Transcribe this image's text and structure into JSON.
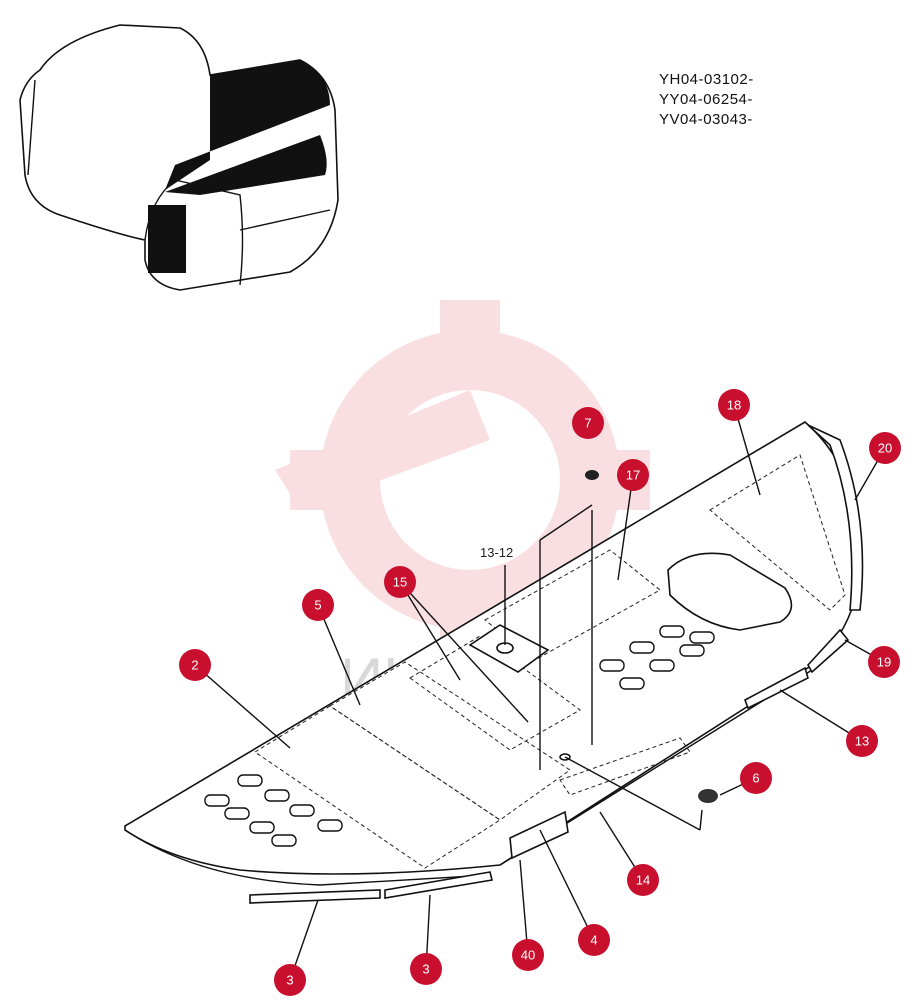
{
  "serial_numbers": [
    "YH04-03102-",
    "YY04-06254-",
    "YV04-03043-"
  ],
  "watermark_text": "ИНТЕХ",
  "plain_label": "13-12",
  "callouts": [
    {
      "label": "2"
    },
    {
      "label": "3"
    },
    {
      "label": "3"
    },
    {
      "label": "4"
    },
    {
      "label": "5"
    },
    {
      "label": "6"
    },
    {
      "label": "7"
    },
    {
      "label": "13"
    },
    {
      "label": "14"
    },
    {
      "label": "15"
    },
    {
      "label": "17"
    },
    {
      "label": "18"
    },
    {
      "label": "19"
    },
    {
      "label": "20"
    },
    {
      "label": "40"
    }
  ],
  "colors": {
    "callout": "#c8102e",
    "watermark": "#f3b9bf"
  }
}
